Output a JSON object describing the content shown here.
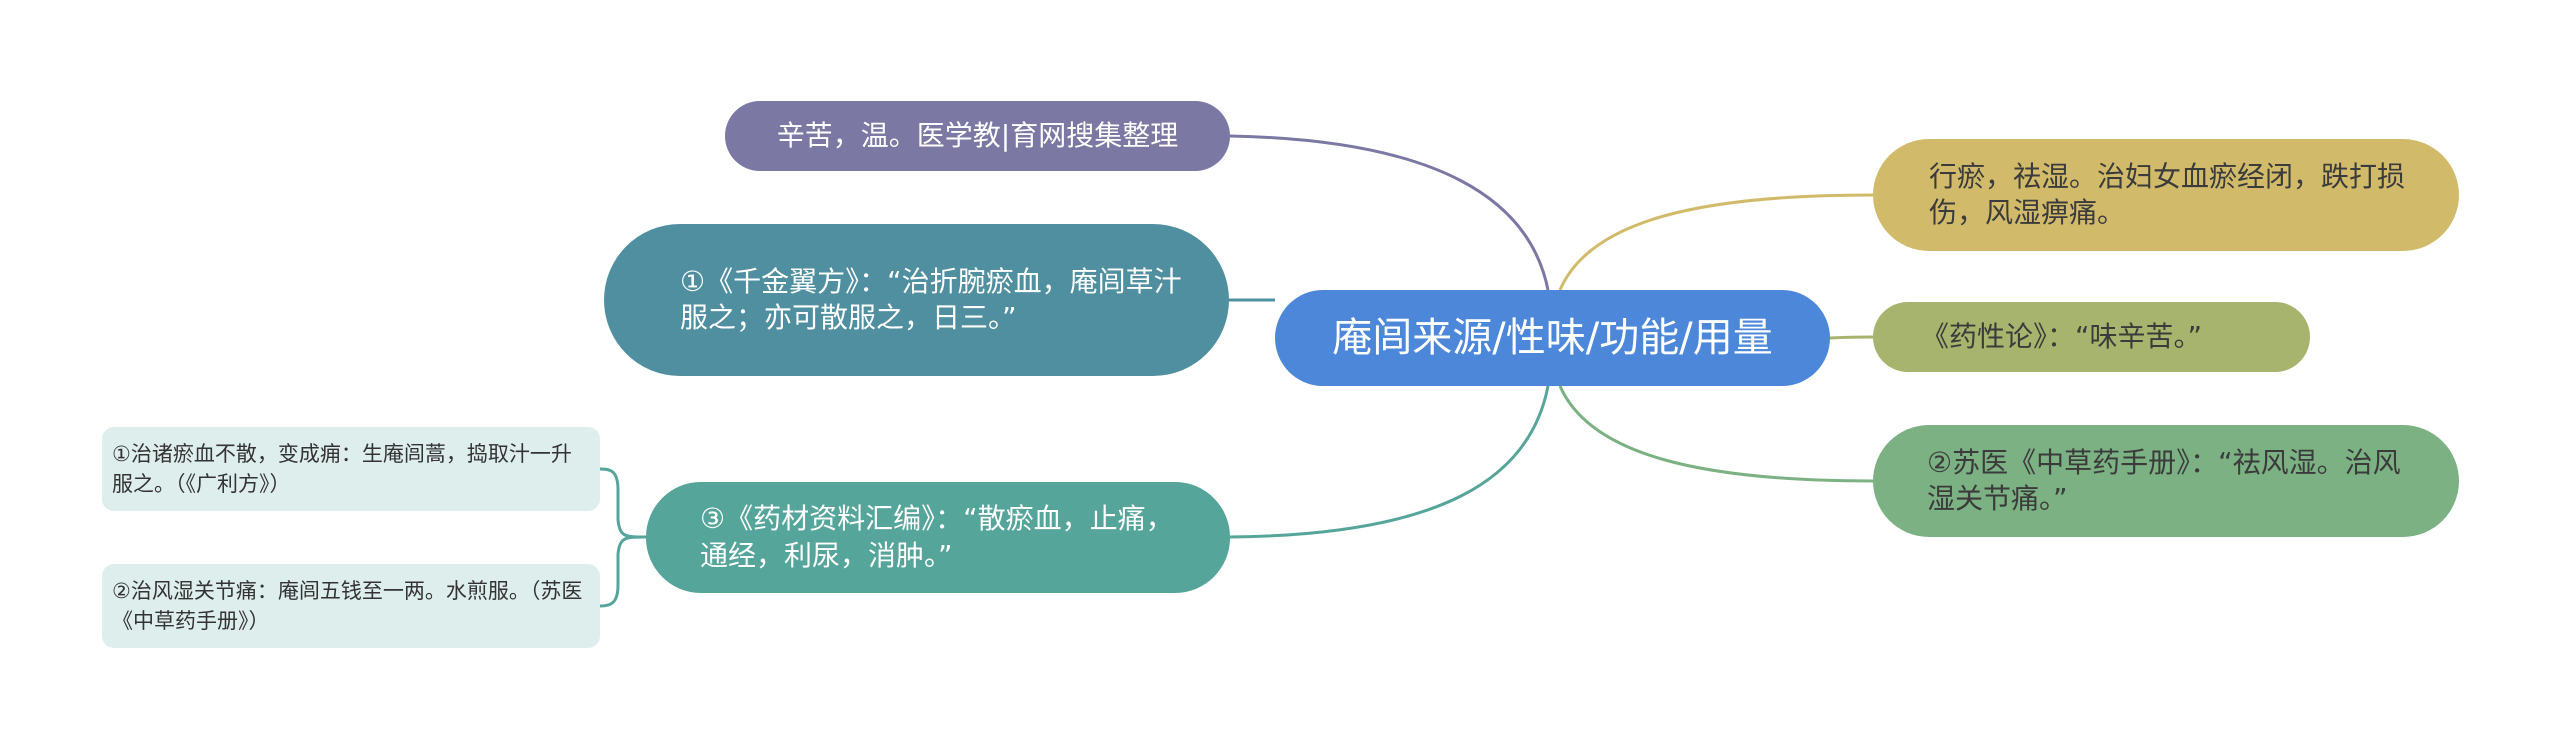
{
  "center": {
    "label": "庵闾来源/性味/功能/用量"
  },
  "left_branches": [
    {
      "label": "辛苦，温。医学教|育网搜集整理"
    },
    {
      "label": "①《千金翼方》：“治折腕瘀血，庵闾草汁服之；亦可散服之，日三。”"
    },
    {
      "label": "③《药材资料汇编》：“散瘀血，止痛，通经，利尿，消肿。”"
    }
  ],
  "leaves": [
    {
      "label": "①治诸瘀血不散，变成痈：生庵闾蒿，捣取汁一升服之。（《广利方》）"
    },
    {
      "label": "②治风湿关节痛：庵闾五钱至一两。水煎服。（苏医《中草药手册》）"
    }
  ],
  "right_branches": [
    {
      "label": "行瘀，祛湿。治妇女血瘀经闭，跌打损伤，风湿痹痛。"
    },
    {
      "label": "《药性论》：“味辛苦。”"
    },
    {
      "label": "②苏医《中草药手册》：“祛风湿。治风湿关节痛。”"
    }
  ],
  "colors": {
    "center": "#4d87da",
    "left_1": "#7b78a4",
    "left_2": "#4f8fa0",
    "left_3": "#56a59a",
    "right_1": "#d1bb6b",
    "right_2": "#a6b46d",
    "right_3": "#7bb183",
    "leaf": "#deeeed"
  }
}
